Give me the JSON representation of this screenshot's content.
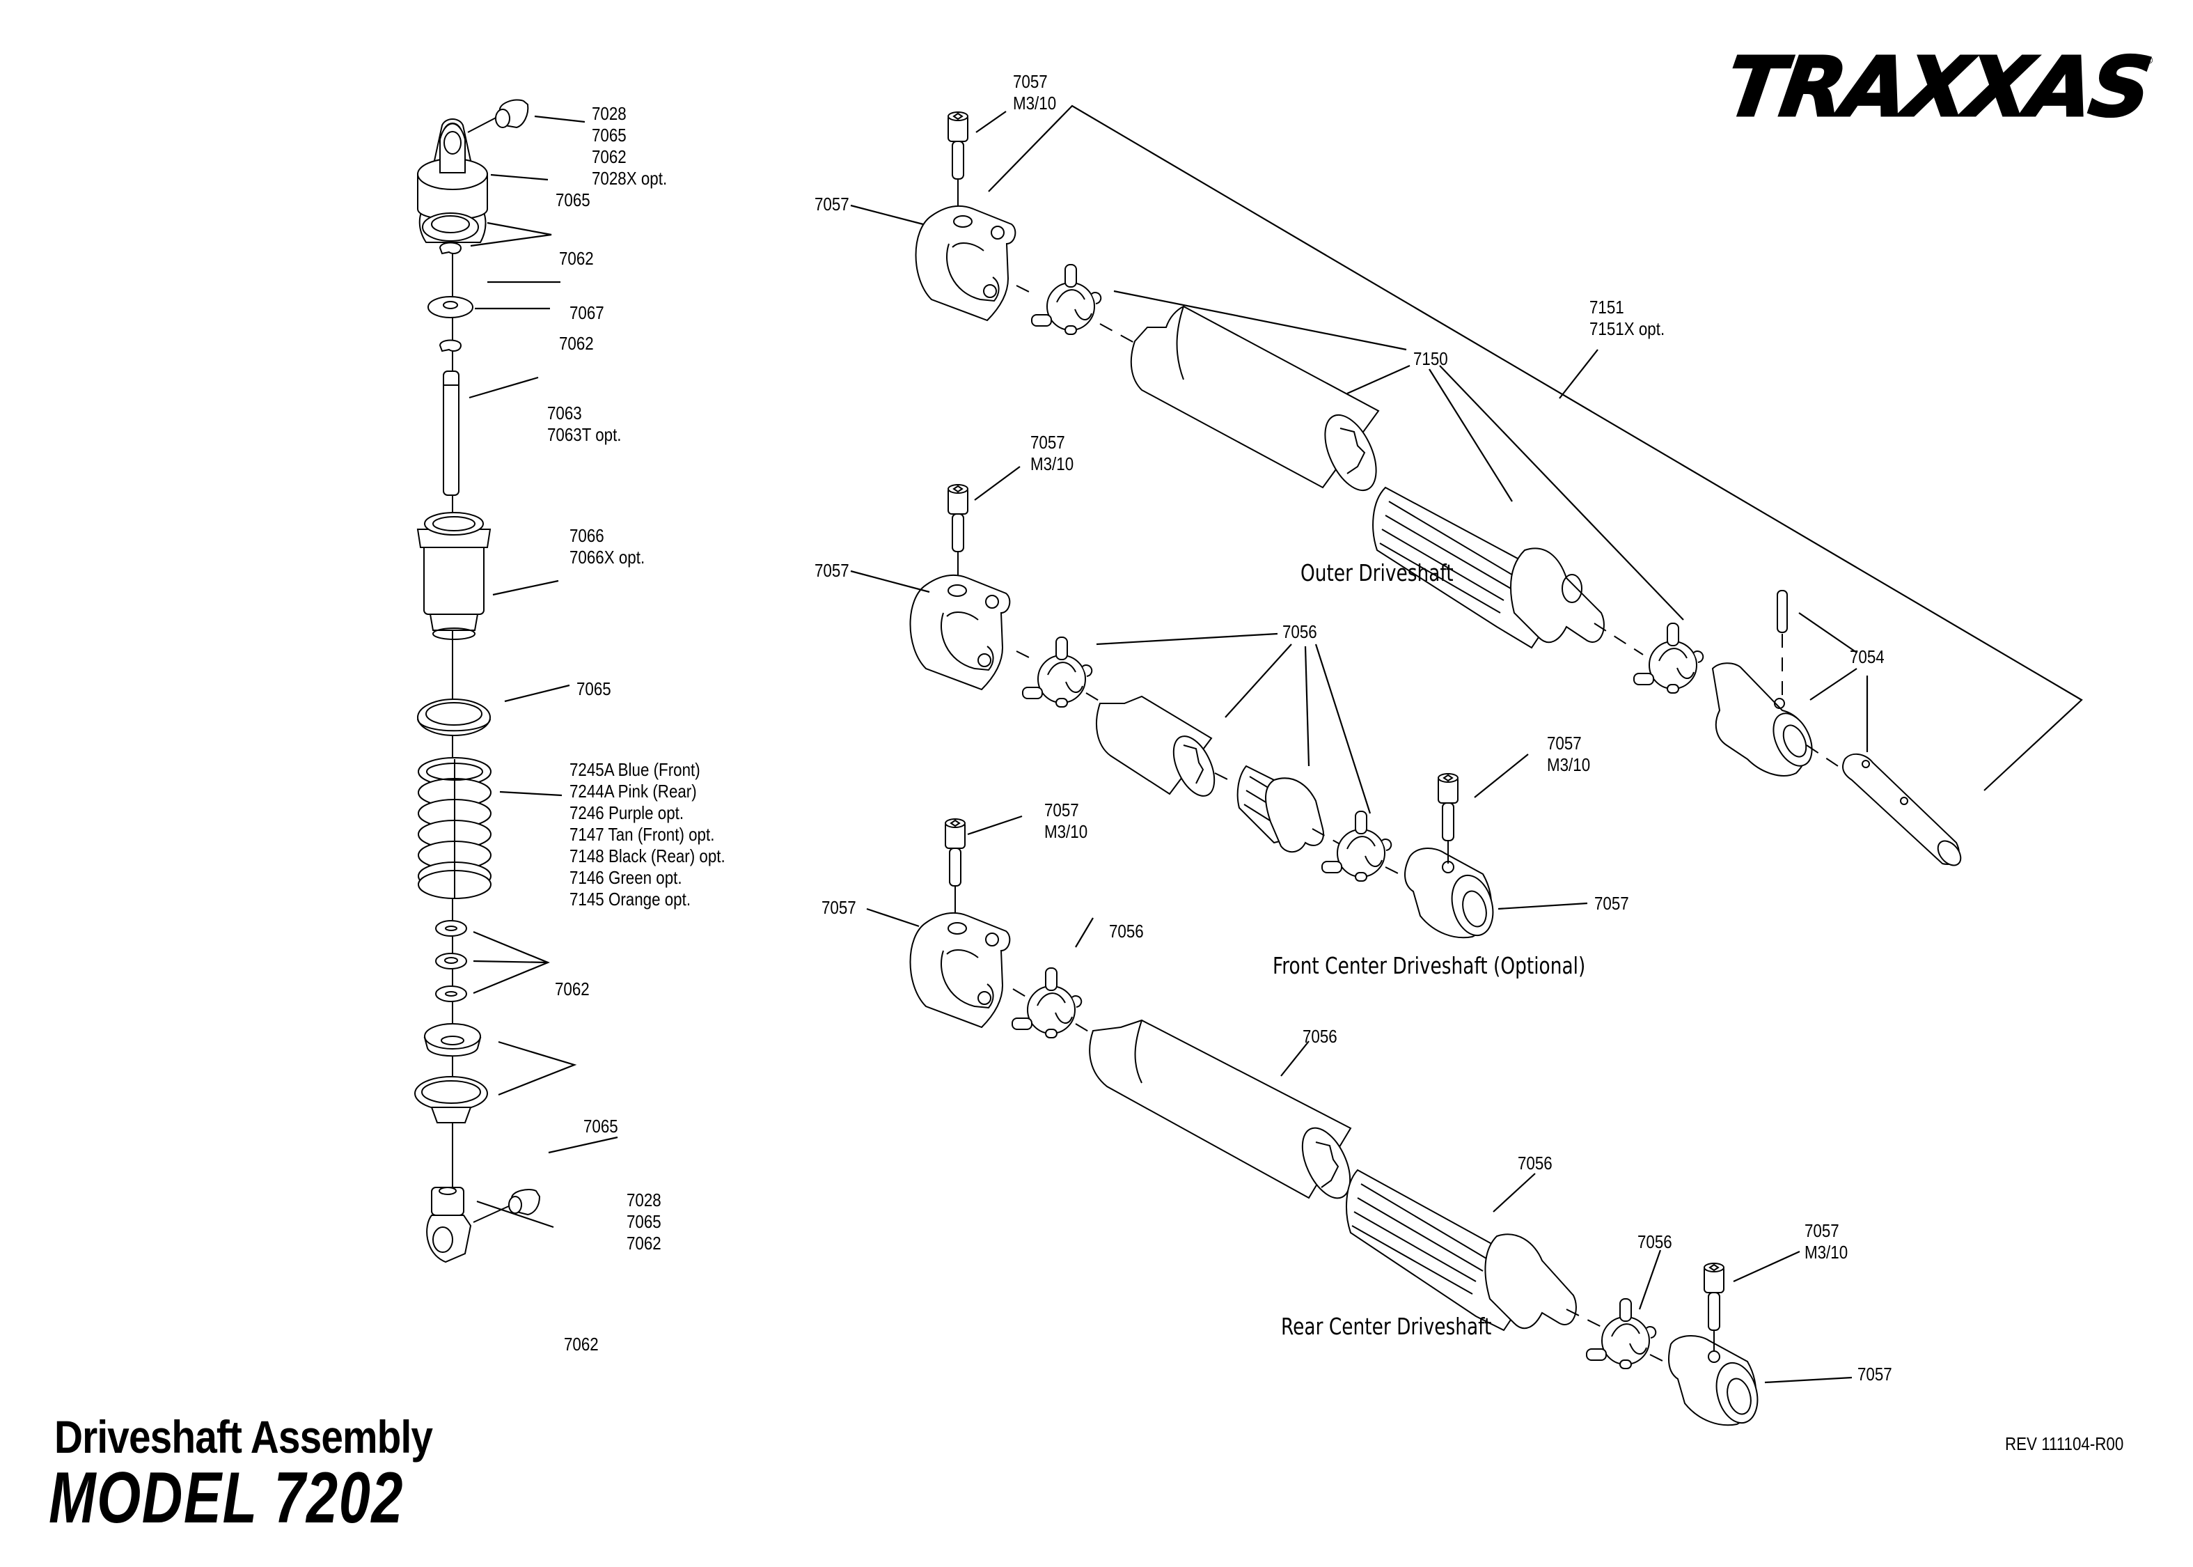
{
  "brand": {
    "logo_text": "TRAXXAS",
    "registered_mark": "®"
  },
  "document": {
    "title": "Driveshaft Assembly",
    "model": "MODEL 7202",
    "revision": "REV 111104-R00"
  },
  "shock_assembly": {
    "labels": [
      {
        "id": "top-rod-end-balls",
        "lines": "7028\n7065\n7062\n7028X opt."
      },
      {
        "id": "shock-cap",
        "lines": "7065"
      },
      {
        "id": "cap-seals",
        "lines": "7062"
      },
      {
        "id": "piston",
        "lines": "7067"
      },
      {
        "id": "e-clip",
        "lines": "7062"
      },
      {
        "id": "shock-shaft",
        "lines": "7063\n7063T opt."
      },
      {
        "id": "shock-body",
        "lines": "7066\n7066X opt."
      },
      {
        "id": "spring-collar",
        "lines": "7065"
      },
      {
        "id": "spring",
        "lines": "7245A Blue (Front)\n7244A Pink (Rear)\n7246 Purple opt.\n7147 Tan (Front) opt.\n7148 Black (Rear) opt.\n7146 Green opt.\n7145 Orange opt."
      },
      {
        "id": "lower-washers",
        "lines": "7062"
      },
      {
        "id": "spring-retainers",
        "lines": "7065"
      },
      {
        "id": "bottom-rod-end-balls",
        "lines": "7028\n7065\n7062"
      },
      {
        "id": "rod-end",
        "lines": "7062"
      }
    ]
  },
  "driveshafts": {
    "outer": {
      "caption": "Outer Driveshaft",
      "labels": [
        {
          "id": "screw-top",
          "lines": "7057\nM3/10"
        },
        {
          "id": "yoke-left",
          "lines": "7057"
        },
        {
          "id": "driveshaft-set",
          "lines": "7150"
        },
        {
          "id": "complete-assembly",
          "lines": "7151\n7151X opt."
        },
        {
          "id": "stub-axle-pin",
          "lines": "7054"
        }
      ]
    },
    "front_center": {
      "caption": "Front Center Driveshaft (Optional)",
      "labels": [
        {
          "id": "screw-top",
          "lines": "7057\nM3/10"
        },
        {
          "id": "yoke-left",
          "lines": "7057"
        },
        {
          "id": "driveshaft-set",
          "lines": "7056"
        },
        {
          "id": "screw-right",
          "lines": "7057\nM3/10"
        },
        {
          "id": "yoke-right",
          "lines": "7057"
        }
      ]
    },
    "rear_center": {
      "caption": "Rear Center Driveshaft",
      "labels": [
        {
          "id": "screw-top",
          "lines": "7057\nM3/10"
        },
        {
          "id": "yoke-left",
          "lines": "7057"
        },
        {
          "id": "cross-pin-left",
          "lines": "7056"
        },
        {
          "id": "female-half",
          "lines": "7056"
        },
        {
          "id": "male-half",
          "lines": "7056"
        },
        {
          "id": "cross-pin-right",
          "lines": "7056"
        },
        {
          "id": "screw-right",
          "lines": "7057\nM3/10"
        },
        {
          "id": "yoke-right",
          "lines": "7057"
        }
      ]
    }
  }
}
